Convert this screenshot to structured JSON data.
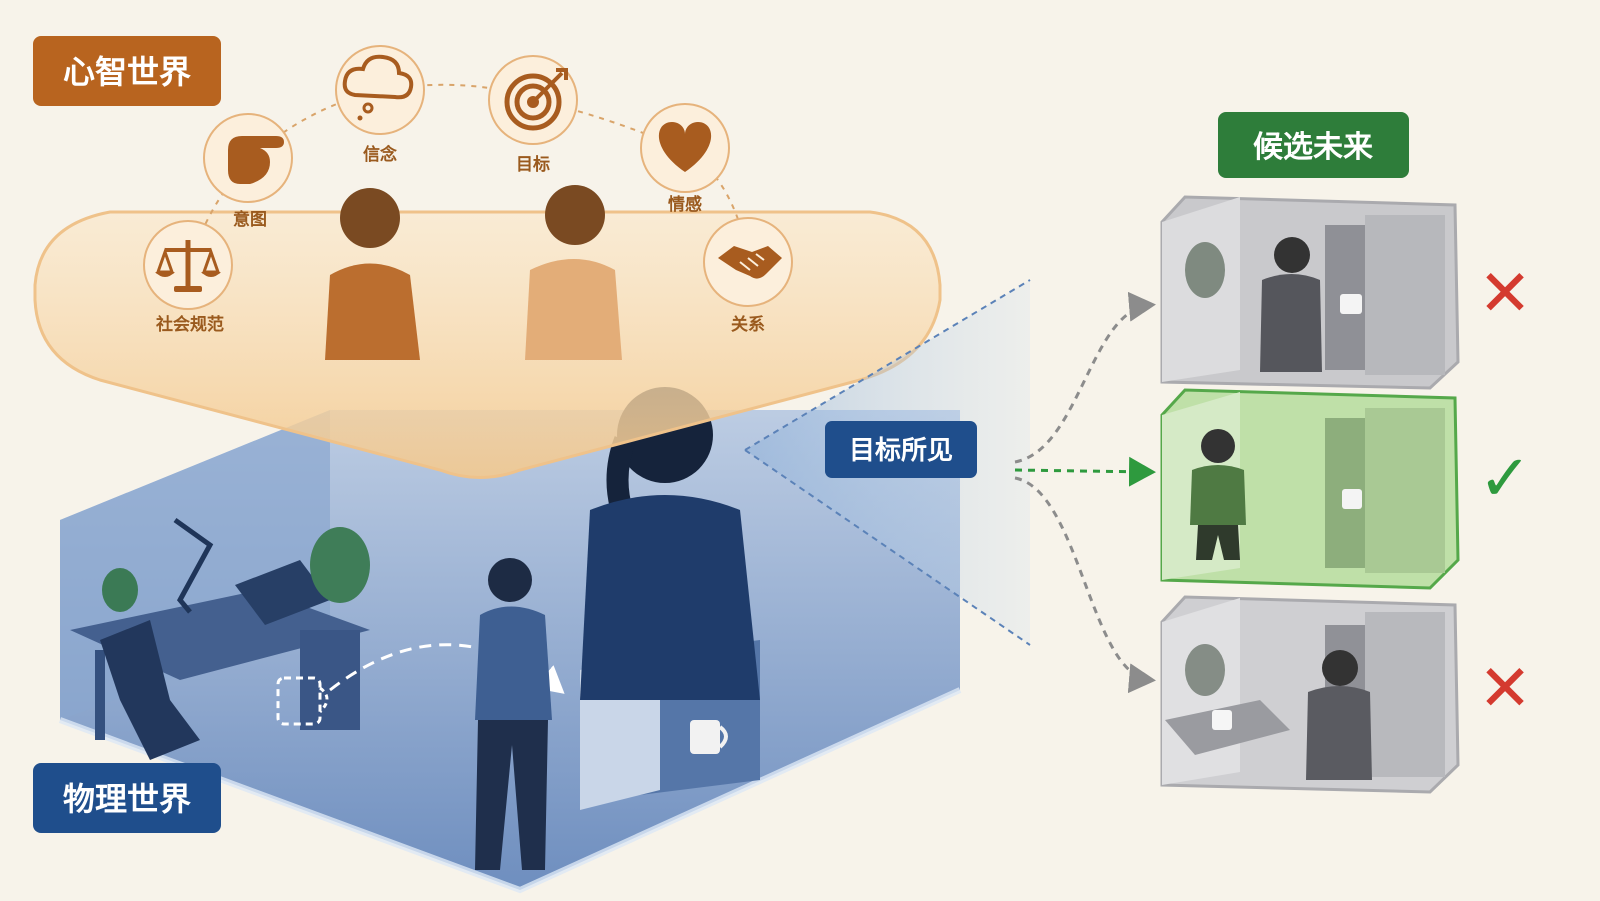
{
  "mind_world": {
    "title": "心智世界",
    "concepts": [
      {
        "label": "信念",
        "icon": "thought-cloud-icon"
      },
      {
        "label": "目标",
        "icon": "target-icon"
      },
      {
        "label": "意图",
        "icon": "pointing-hand-icon"
      },
      {
        "label": "情感",
        "icon": "heart-icon"
      },
      {
        "label": "社会规范",
        "icon": "scales-icon"
      },
      {
        "label": "关系",
        "icon": "handshake-icon"
      }
    ]
  },
  "physical_world": {
    "title": "物理世界"
  },
  "target_view": {
    "label": "目标所见"
  },
  "candidate_futures": {
    "title": "候选未来",
    "options": [
      {
        "result_icon": "cross-icon",
        "result_mark": "✕",
        "color": "#d43a2f"
      },
      {
        "result_icon": "check-icon",
        "result_mark": "✓",
        "color": "#2e9a3e"
      },
      {
        "result_icon": "cross-icon",
        "result_mark": "✕",
        "color": "#d43a2f"
      }
    ]
  },
  "colors": {
    "mind_accent": "#b8641f",
    "physical_accent": "#1f4e8c",
    "future_accent": "#2e7d3a"
  }
}
